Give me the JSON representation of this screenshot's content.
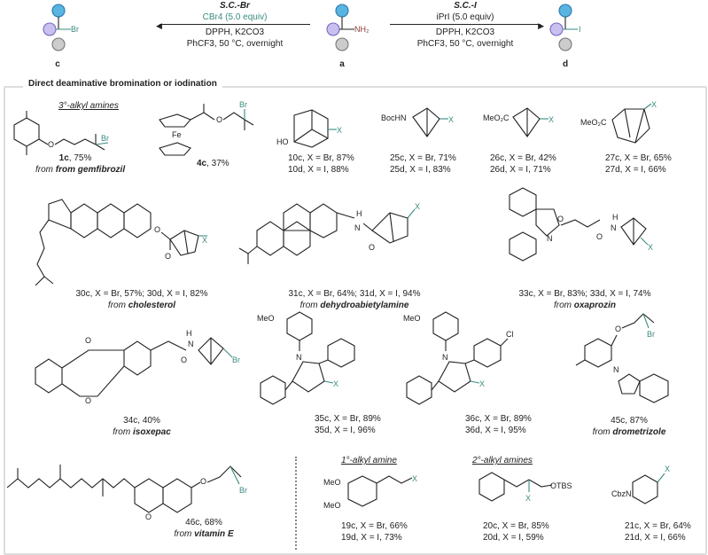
{
  "scheme": {
    "left_conditions": {
      "title": "S.C.-Br",
      "reagent": "CBr4 (5.0 equiv)",
      "line2": "DPPH, K2CO3",
      "line3": "PhCF3, 50 °C, overnight"
    },
    "right_conditions": {
      "title": "S.C.-I",
      "reagent": "iPrI (5.0 equiv)",
      "line2": "DPPH, K2CO3",
      "line3": "PhCF3, 50 °C, overnight"
    },
    "product_c": {
      "label": "c",
      "group": "Br"
    },
    "start_a": {
      "label": "a",
      "group": "NH2"
    },
    "product_d": {
      "label": "d",
      "group": "I"
    },
    "colors": {
      "accent": "#3a8a80",
      "amine": "#8b3a3a",
      "blue": "#5ab4e0",
      "purple": "#a99be0",
      "gray": "#c8c8c8"
    }
  },
  "section_title": "Direct deaminative bromination or iodination",
  "groups": {
    "tertiary": "3°-alkyl amines",
    "primary": "1°-alkyl amine",
    "secondary": "2°-alkyl amines"
  },
  "entries": [
    {
      "id": "1c",
      "line1": ", 75%",
      "line2": "from gemfibrozil"
    },
    {
      "id": "4c",
      "line1": ", 37%"
    },
    {
      "id": "10",
      "c": "10c, X = Br, 87%",
      "d": "10d, X = I, 88%"
    },
    {
      "id": "25",
      "c": "25c, X = Br, 71%",
      "d": "25d, X = I, 83%"
    },
    {
      "id": "26",
      "c": "26c, X = Br, 42%",
      "d": "26d, X = I, 71%"
    },
    {
      "id": "27",
      "c": "27c, X = Br, 65%",
      "d": "27d, X = I, 66%"
    },
    {
      "id": "30",
      "c": "30c, X = Br, 57%; 30d, X = I, 82%",
      "source": "cholesterol"
    },
    {
      "id": "31",
      "c": "31c, X = Br, 64%; 31d, X = I, 94%",
      "source": "dehydroabietylamine"
    },
    {
      "id": "33",
      "c": "33c, X = Br, 83%; 33d, X = I, 74%",
      "source": "oxaprozin"
    },
    {
      "id": "34",
      "c": "34c, 40%",
      "source": "isoxepac"
    },
    {
      "id": "35",
      "c": "35c, X = Br, 89%",
      "d": "35d, X = I, 96%"
    },
    {
      "id": "36",
      "c": "36c, X = Br, 89%",
      "d": "36d, X = I, 95%"
    },
    {
      "id": "45",
      "c": "45c, 87%",
      "source": "drometrizole"
    },
    {
      "id": "46",
      "c": "46c, 68%",
      "source": "vitamin E"
    },
    {
      "id": "19",
      "c": "19c, X = Br, 66%",
      "d": "19d, X = I, 73%"
    },
    {
      "id": "20",
      "c": "20c, X = Br, 85%",
      "d": "20d, X = I, 59%"
    },
    {
      "id": "21",
      "c": "21c, X = Br, 64%",
      "d": "21d, X = I, 66%"
    }
  ],
  "from": "from",
  "atoms": {
    "X": "X",
    "Br": "Br",
    "HO": "HO",
    "BocHN": "BocHN",
    "MeO2C": "MeO2C",
    "MeO": "MeO",
    "Fe": "Fe",
    "O": "O",
    "N": "N",
    "H": "H",
    "Cl": "Cl",
    "OTBS": "OTBS",
    "CbzN": "CbzN"
  }
}
